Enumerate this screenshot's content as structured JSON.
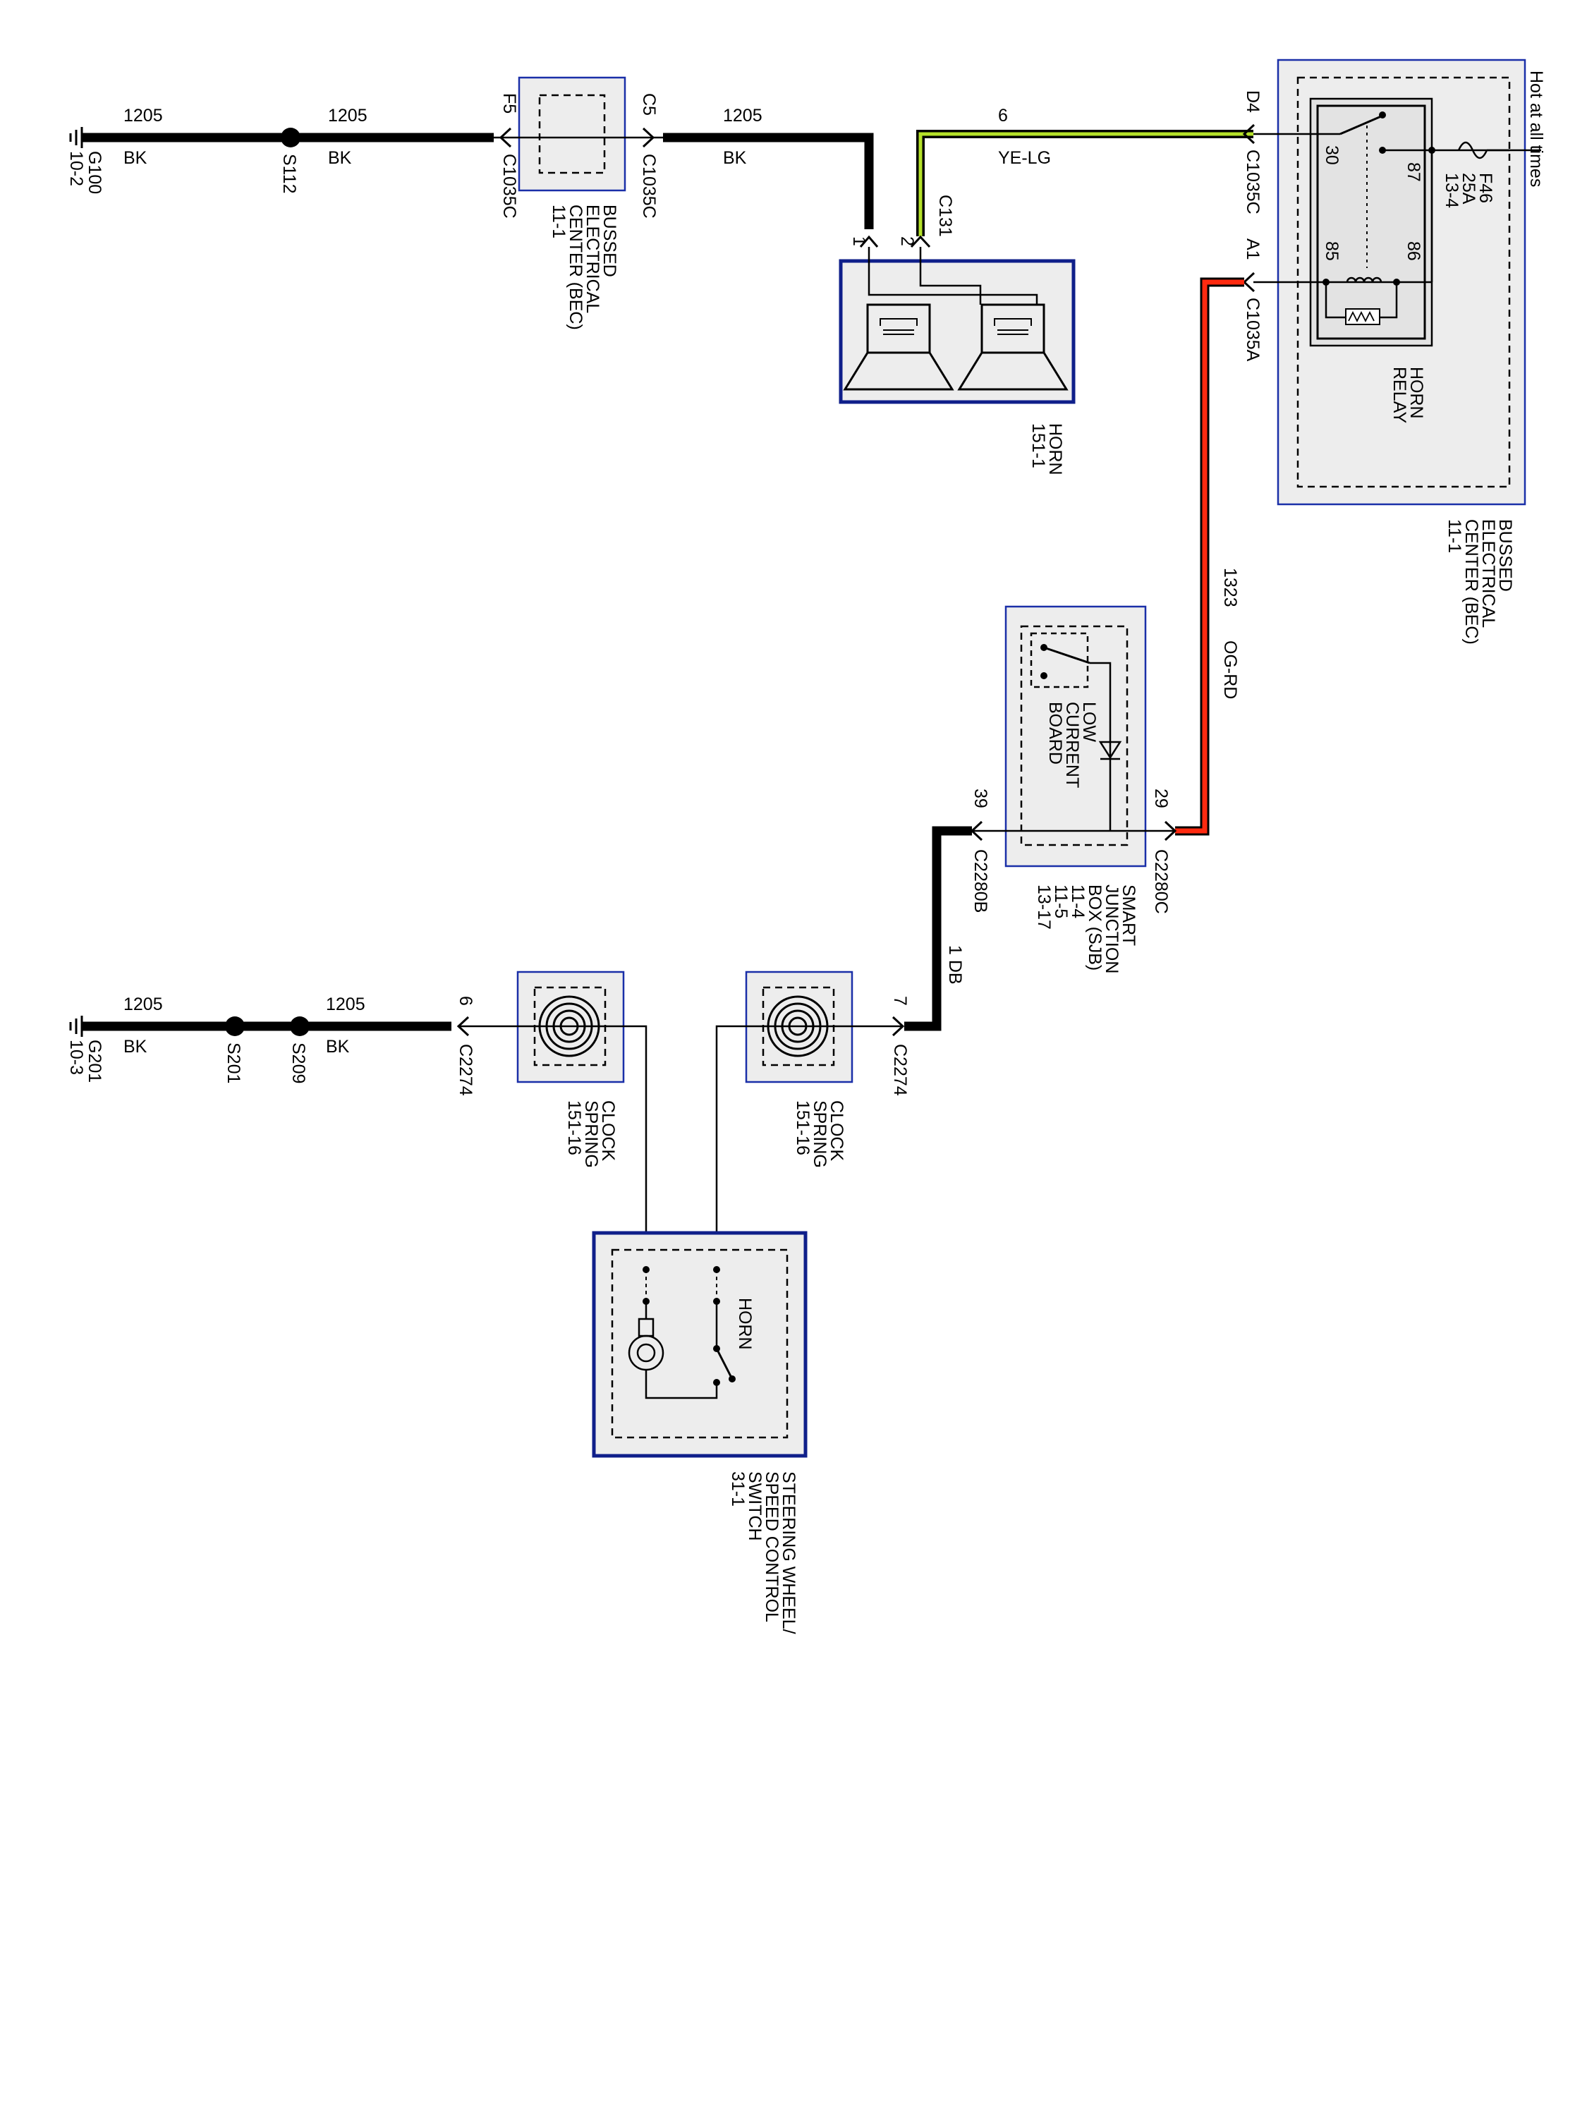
{
  "upper_circuit": {
    "ground": {
      "id": "G100",
      "page": "10-2"
    },
    "splice": "S112",
    "bec_left": {
      "line1": "BUSSED",
      "line2": "ELECTRICAL",
      "line3": "CENTER (BEC)",
      "page": "11-1",
      "pin_in": "F5",
      "pin_out": "C5",
      "connector": "C1035C"
    },
    "wire_1205_a": {
      "circuit": "1205",
      "color": "BK"
    },
    "wire_1205_b": {
      "circuit": "1205",
      "color": "BK"
    },
    "wire_1205_c": {
      "circuit": "1205",
      "color": "BK"
    },
    "wire_6": {
      "circuit": "6",
      "color": "YE-LG",
      "color_hex": "#b5e22a"
    },
    "horn": {
      "line1": "HORN",
      "page": "151-1",
      "connector": "C131",
      "pin_1": "1",
      "pin_2": "2"
    },
    "bec_right": {
      "line1": "BUSSED",
      "line2": "ELECTRICAL",
      "line3": "CENTER (BEC)",
      "page": "11-1",
      "pin_d4": "D4",
      "conn_d4": "C1035C",
      "pin_a1": "A1",
      "conn_a1": "C1035A"
    },
    "relay": {
      "line1": "HORN",
      "line2": "RELAY",
      "t30": "30",
      "t87": "87",
      "t85": "85",
      "t86": "86"
    },
    "fuse": {
      "id": "F46",
      "rating": "25A",
      "page": "13-4"
    },
    "hot_label": "Hot at all times"
  },
  "middle_circuit": {
    "wire_1323": {
      "circuit": "1323",
      "color": "OG-RD",
      "color_hex": "#ff2a10"
    },
    "sjb": {
      "line1": "SMART",
      "line2": "JUNCTION",
      "line3": "BOX (SJB)",
      "page1": "11-4",
      "page2": "11-5",
      "page3": "13-17",
      "pin_29": "29",
      "conn_29": "C2280C",
      "pin_39": "39",
      "conn_39": "C2280B"
    },
    "lcb": {
      "line1": "LOW",
      "line2": "CURRENT",
      "line3": "BOARD"
    },
    "wire_1db": {
      "label": "1 DB"
    }
  },
  "lower_circuit": {
    "ground": {
      "id": "G201",
      "page": "10-3"
    },
    "splice_1": "S201",
    "splice_2": "S209",
    "wire_1205_a": {
      "circuit": "1205",
      "color": "BK"
    },
    "wire_1205_b": {
      "circuit": "1205",
      "color": "BK"
    },
    "pin_6": "6",
    "conn_6": "C2274",
    "pin_7": "7",
    "conn_7": "C2274",
    "clock_spring_1": {
      "line1": "CLOCK",
      "line2": "SPRING",
      "page": "151-16"
    },
    "clock_spring_2": {
      "line1": "CLOCK",
      "line2": "SPRING",
      "page": "151-16"
    },
    "switch": {
      "horn_label": "HORN",
      "line1": "STEERING WHEEL/",
      "line2": "SPEED CONTROL",
      "line3": "SWITCH",
      "page": "31-1"
    }
  }
}
